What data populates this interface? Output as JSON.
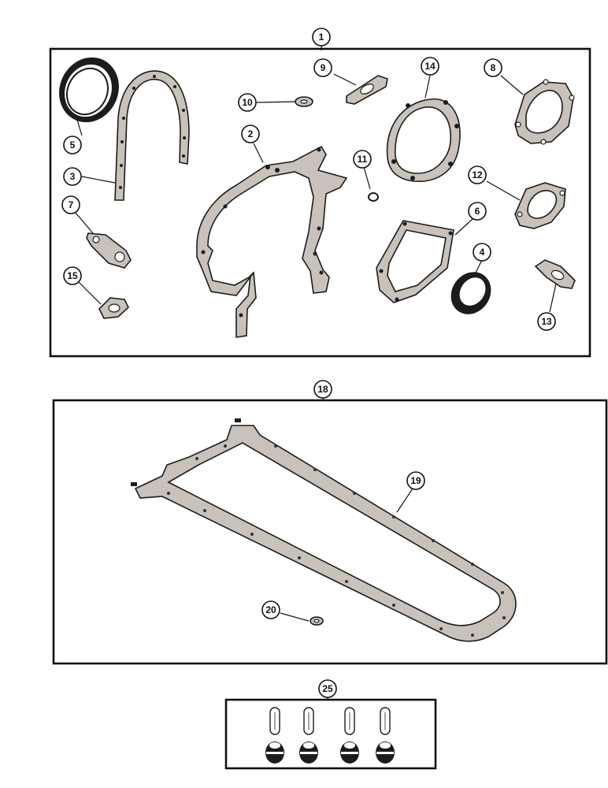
{
  "callouts": [
    {
      "label": "1"
    },
    {
      "label": "2"
    },
    {
      "label": "3"
    },
    {
      "label": "4"
    },
    {
      "label": "5"
    },
    {
      "label": "6"
    },
    {
      "label": "7"
    },
    {
      "label": "8"
    },
    {
      "label": "9"
    },
    {
      "label": "10"
    },
    {
      "label": "11"
    },
    {
      "label": "12"
    },
    {
      "label": "13"
    },
    {
      "label": "14"
    },
    {
      "label": "15"
    },
    {
      "label": "18"
    },
    {
      "label": "19"
    },
    {
      "label": "20"
    },
    {
      "label": "25"
    }
  ]
}
